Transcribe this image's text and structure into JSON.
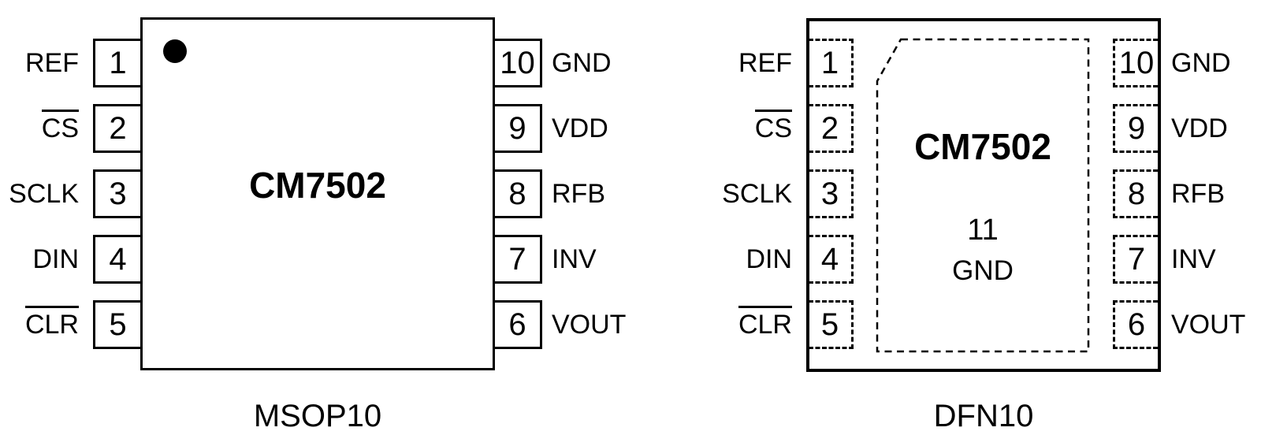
{
  "figure": {
    "background": "#ffffff",
    "ink": "#000000"
  },
  "packages": [
    {
      "caption": "MSOP10",
      "chip_label": "CM7502",
      "pin1_marker": "filled-dot",
      "left_pins": [
        {
          "number": "1",
          "label": "REF",
          "overline": false
        },
        {
          "number": "2",
          "label": "CS",
          "overline": true
        },
        {
          "number": "3",
          "label": "SCLK",
          "overline": false
        },
        {
          "number": "4",
          "label": "DIN",
          "overline": false
        },
        {
          "number": "5",
          "label": "CLR",
          "overline": true
        }
      ],
      "right_pins": [
        {
          "number": "10",
          "label": "GND"
        },
        {
          "number": "9",
          "label": "VDD"
        },
        {
          "number": "8",
          "label": "RFB"
        },
        {
          "number": "7",
          "label": "INV"
        },
        {
          "number": "6",
          "label": "VOUT"
        }
      ]
    },
    {
      "caption": "DFN10",
      "chip_label": "CM7502",
      "thermal_pad": {
        "number": "11",
        "label": "GND"
      },
      "left_pins": [
        {
          "number": "1",
          "label": "REF",
          "overline": false
        },
        {
          "number": "2",
          "label": "CS",
          "overline": true
        },
        {
          "number": "3",
          "label": "SCLK",
          "overline": false
        },
        {
          "number": "4",
          "label": "DIN",
          "overline": false
        },
        {
          "number": "5",
          "label": "CLR",
          "overline": true
        }
      ],
      "right_pins": [
        {
          "number": "10",
          "label": "GND"
        },
        {
          "number": "9",
          "label": "VDD"
        },
        {
          "number": "8",
          "label": "RFB"
        },
        {
          "number": "7",
          "label": "INV"
        },
        {
          "number": "6",
          "label": "VOUT"
        }
      ]
    }
  ]
}
